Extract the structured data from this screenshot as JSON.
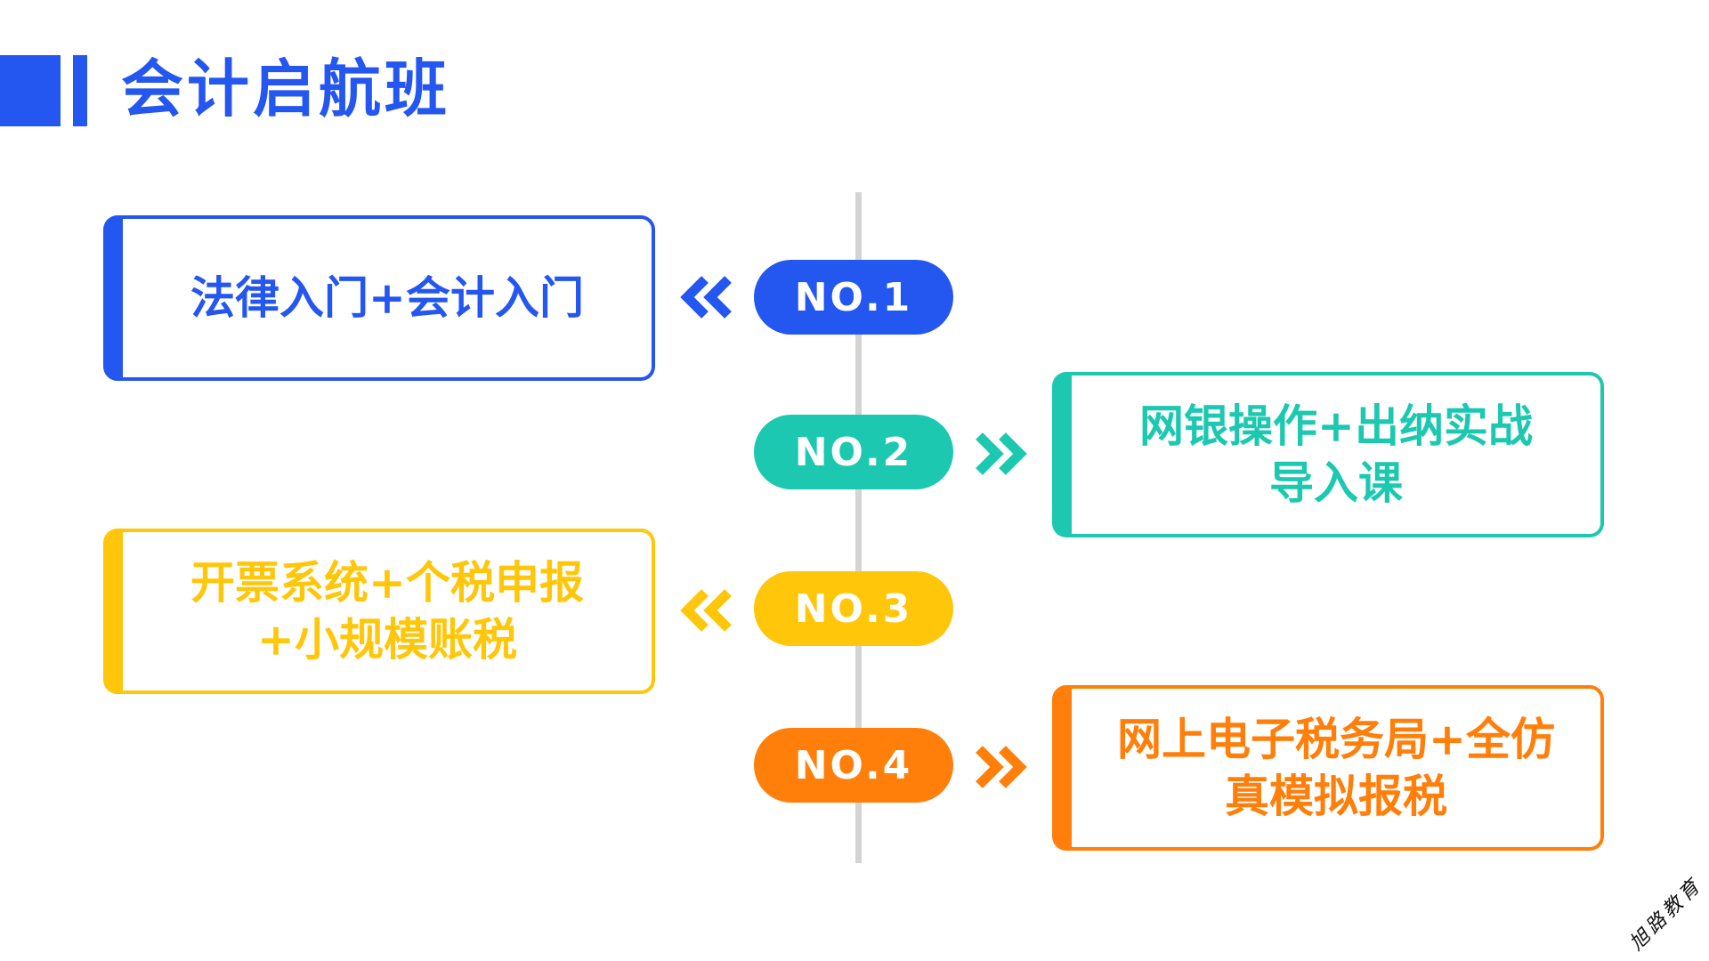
{
  "header": {
    "title": "会计启航班"
  },
  "steps": [
    {
      "label": "NO.1",
      "text": "法律入门+会计入门",
      "color": "#2456F0"
    },
    {
      "label": "NO.2",
      "text_line1": "网银操作+出纳实战",
      "text_line2": "导入课",
      "color": "#1CC9B0"
    },
    {
      "label": "NO.3",
      "text_line1": "开票系统+个税申报",
      "text_line2": "+小规模账税",
      "color": "#FFC60A"
    },
    {
      "label": "NO.4",
      "text_line1": "网上电子税务局+全仿",
      "text_line2": "真模拟报税",
      "color": "#FF7F0A"
    }
  ],
  "icons": [
    "title-block-icon",
    "chevron-double-left-icon",
    "chevron-double-right-icon"
  ],
  "watermark": "旭路教育"
}
